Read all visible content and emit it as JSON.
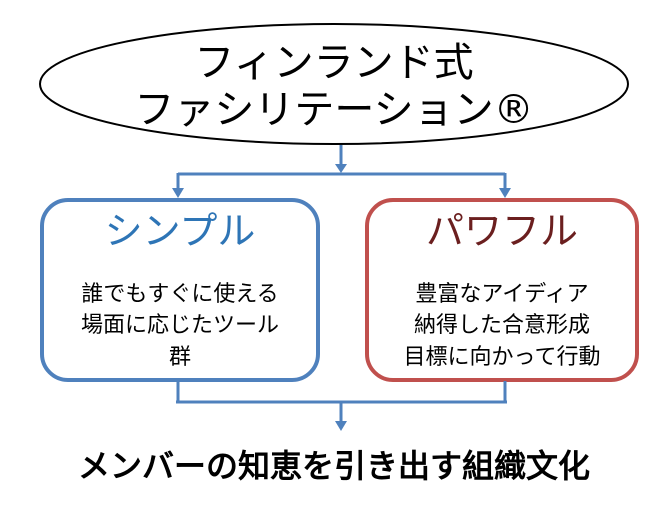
{
  "title": {
    "line1": "フィンランド式",
    "line2": "ファシリテーション®"
  },
  "left_box": {
    "title": "シンプル",
    "lines": [
      "誰でもすぐに使える",
      "場面に応じたツール",
      "群"
    ]
  },
  "right_box": {
    "title": "パワフル",
    "lines": [
      "豊富なアイディア",
      "納得した合意形成",
      "目標に向かって行動"
    ]
  },
  "conclusion": "メンバーの知恵を引き出す組織文化",
  "colors": {
    "blue_border": "#4f81bd",
    "blue_title": "#2e75b6",
    "red_border": "#c0504d",
    "red_title": "#6b1f1f",
    "connector": "#4f81bd"
  }
}
